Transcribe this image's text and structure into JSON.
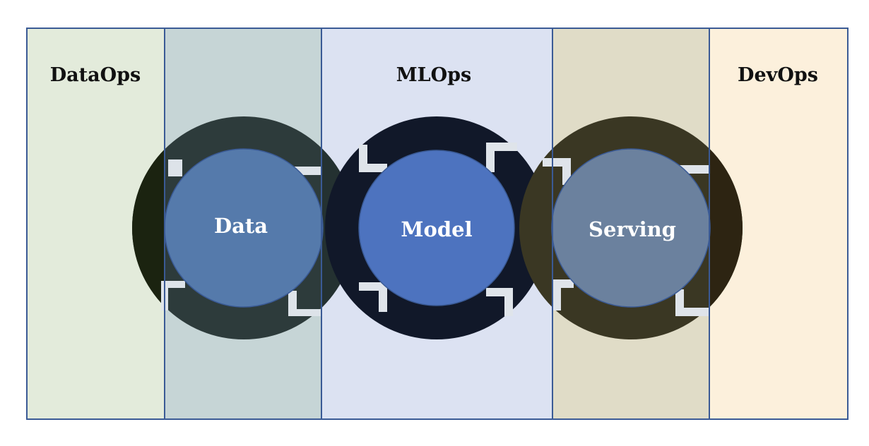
{
  "diagram": {
    "zones": [
      {
        "id": "dataops",
        "label": "DataOps",
        "color": "#e3ebdb"
      },
      {
        "id": "data-overlap",
        "label": "",
        "color": "#c6d5d6"
      },
      {
        "id": "mlops",
        "label": "MLOps",
        "color": "#dce2f2"
      },
      {
        "id": "serving-overlap",
        "label": "",
        "color": "#e0dcc7"
      },
      {
        "id": "devops",
        "label": "DevOps",
        "color": "#fcf0dc"
      }
    ],
    "stages": [
      {
        "id": "data",
        "label": "Data",
        "ring_color": "#243131",
        "ring_left_color": "#1b2310",
        "core_color": "#557aab"
      },
      {
        "id": "model",
        "label": "Model",
        "ring_color": "#111829",
        "ring_left_color": "#111829",
        "core_color": "#4d73bf"
      },
      {
        "id": "serving",
        "label": "Serving",
        "ring_color": "#3a3723",
        "ring_right_color": "#2d2412",
        "core_color": "#6b819e"
      }
    ],
    "colors": {
      "border": "#3a5a95",
      "ring_gap": "#dfe4ea"
    }
  }
}
